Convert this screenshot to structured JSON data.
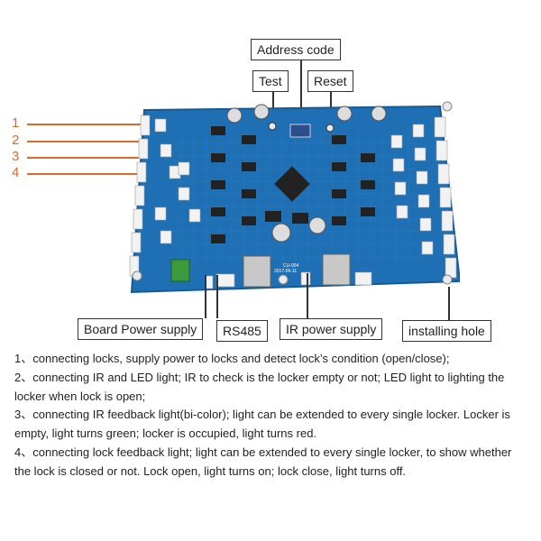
{
  "labels": {
    "address_code": "Address code",
    "test": "Test",
    "reset": "Reset",
    "board_power": "Board Power supply",
    "rs485": "RS485",
    "ir_power": "IR power supply",
    "installing_hole": "installing hole"
  },
  "numbers": [
    "1",
    "2",
    "3",
    "4"
  ],
  "board_text": {
    "model": "CU-004",
    "date": "2017-06-11"
  },
  "descriptions": [
    "1、connecting locks, supply power to locks and detect lock’s condition (open/close);",
    "2、connecting IR and LED light; IR to check is the locker empty or not; LED light to lighting the locker when lock is open;",
    "3、connecting IR feedback light(bi-color); light can be extended to every single locker. Locker is empty, light turns green; locker is occupied, light turns red.",
    "4、connecting lock feedback light; light can be extended to every single locker, to show whether the lock is closed or not. Lock open, light turns on; lock close, light turns off."
  ],
  "colors": {
    "board": "#1f6fb4",
    "callout_line": "#d96a2b",
    "connector": "#f2f2f2",
    "terminal": "#3c9a3c"
  }
}
